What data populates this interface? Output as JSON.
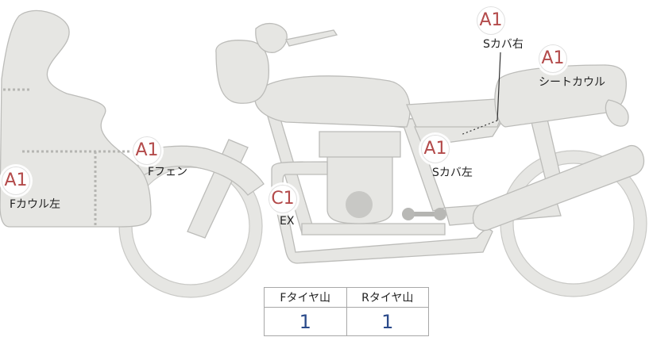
{
  "parts": [
    {
      "id": "f-cowl-left",
      "grade": "A1",
      "label": "Fカウル左"
    },
    {
      "id": "f-fender",
      "grade": "A1",
      "label": "Fフェン"
    },
    {
      "id": "exhaust",
      "grade": "C1",
      "label": "EX"
    },
    {
      "id": "s-cover-left",
      "grade": "A1",
      "label": "Sカバ左"
    },
    {
      "id": "s-cover-right",
      "grade": "A1",
      "label": "Sカバ右"
    },
    {
      "id": "seat-cowl",
      "grade": "A1",
      "label": "シートカウル"
    }
  ],
  "tire_table": {
    "headers": [
      "Fタイヤ山",
      "Rタイヤ山"
    ],
    "values": [
      "1",
      "1"
    ]
  },
  "colors": {
    "part_fill": "#e6e6e3",
    "grade_text": "#b34a4a",
    "tire_value": "#2a4a8a"
  }
}
